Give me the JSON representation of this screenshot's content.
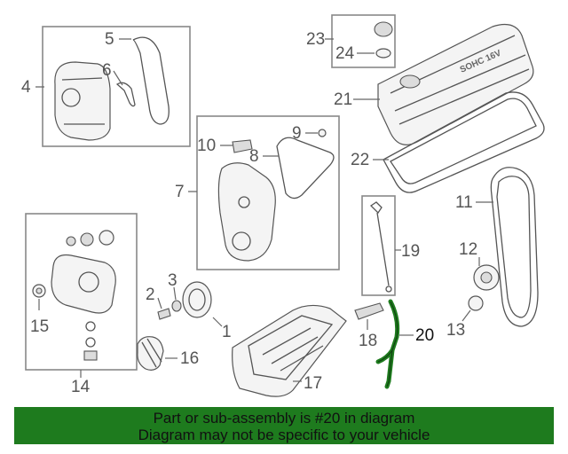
{
  "diagram": {
    "callouts": {
      "c1": "1",
      "c2": "2",
      "c3": "3",
      "c4": "4",
      "c5": "5",
      "c6": "6",
      "c7": "7",
      "c8": "8",
      "c9": "9",
      "c10": "10",
      "c11": "11",
      "c12": "12",
      "c13": "13",
      "c14": "14",
      "c15": "15",
      "c16": "16",
      "c17": "17",
      "c18": "18",
      "c19": "19",
      "c20": "20",
      "c21": "21",
      "c22": "22",
      "c23": "23",
      "c24": "24"
    },
    "cover_lettering": "SOHC 16V",
    "highlight_color": "#1e7b1e"
  },
  "banner": {
    "line1": "Part or sub-assembly is #20 in diagram",
    "line2": "Diagram may not be specific to your vehicle",
    "background": "#1e7b1e"
  }
}
